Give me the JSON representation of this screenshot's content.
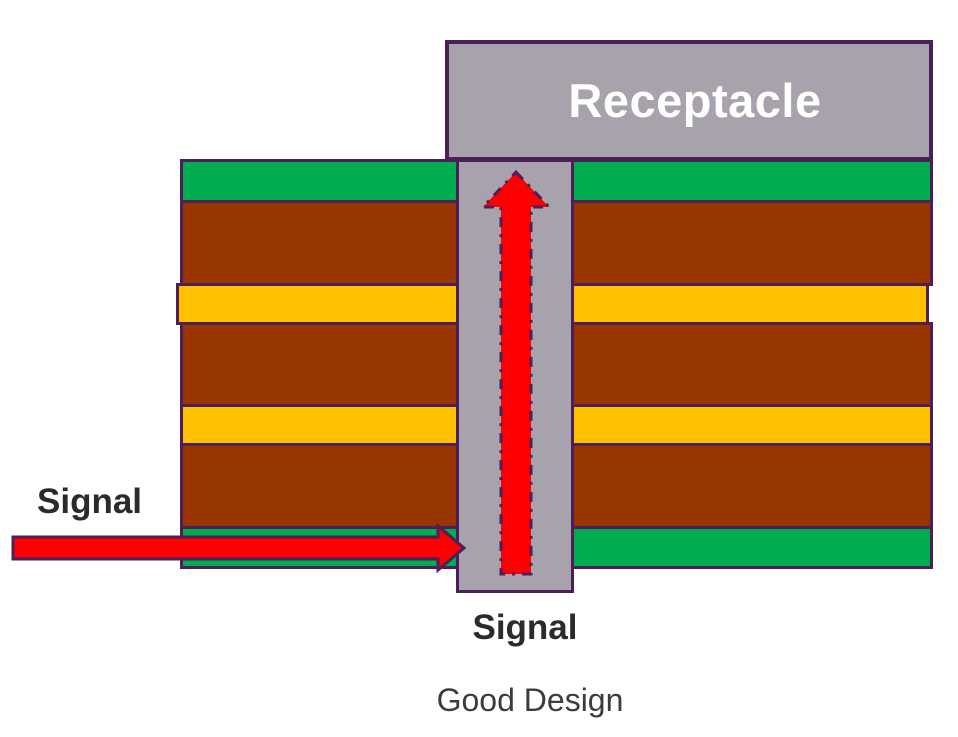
{
  "labels": {
    "receptacle": "Receptacle",
    "signal_left": "Signal",
    "signal_bottom": "Signal",
    "caption": "Good Design"
  },
  "colors": {
    "gray_fill": "#A7A2AB",
    "purple_border": "#4C1F5A",
    "green": "#00AC50",
    "brown": "#993600",
    "yellow": "#FFC000",
    "red": "#FF0000",
    "text_dark": "#2B2B2B",
    "caption_color": "#3C3C3C",
    "receptacle_text": "#FFFFFF"
  },
  "diagram": {
    "kind": "pcb-cross-section-with-receptacle",
    "layers": [
      {
        "name": "layer-green-top",
        "color": "green"
      },
      {
        "name": "layer-brown-1",
        "color": "brown"
      },
      {
        "name": "layer-yellow-1",
        "color": "yellow"
      },
      {
        "name": "layer-brown-2",
        "color": "brown"
      },
      {
        "name": "layer-yellow-2",
        "color": "yellow"
      },
      {
        "name": "layer-brown-3",
        "color": "brown"
      },
      {
        "name": "layer-green-bottom",
        "color": "green"
      }
    ],
    "via": {
      "name": "via-barrel",
      "fill": "gray_fill"
    },
    "arrows": [
      {
        "name": "signal-in-arrow",
        "direction": "right",
        "fill": "red",
        "outline": "solid"
      },
      {
        "name": "signal-up-arrow",
        "direction": "up",
        "fill": "red",
        "outline": "dash-dot"
      }
    ]
  }
}
